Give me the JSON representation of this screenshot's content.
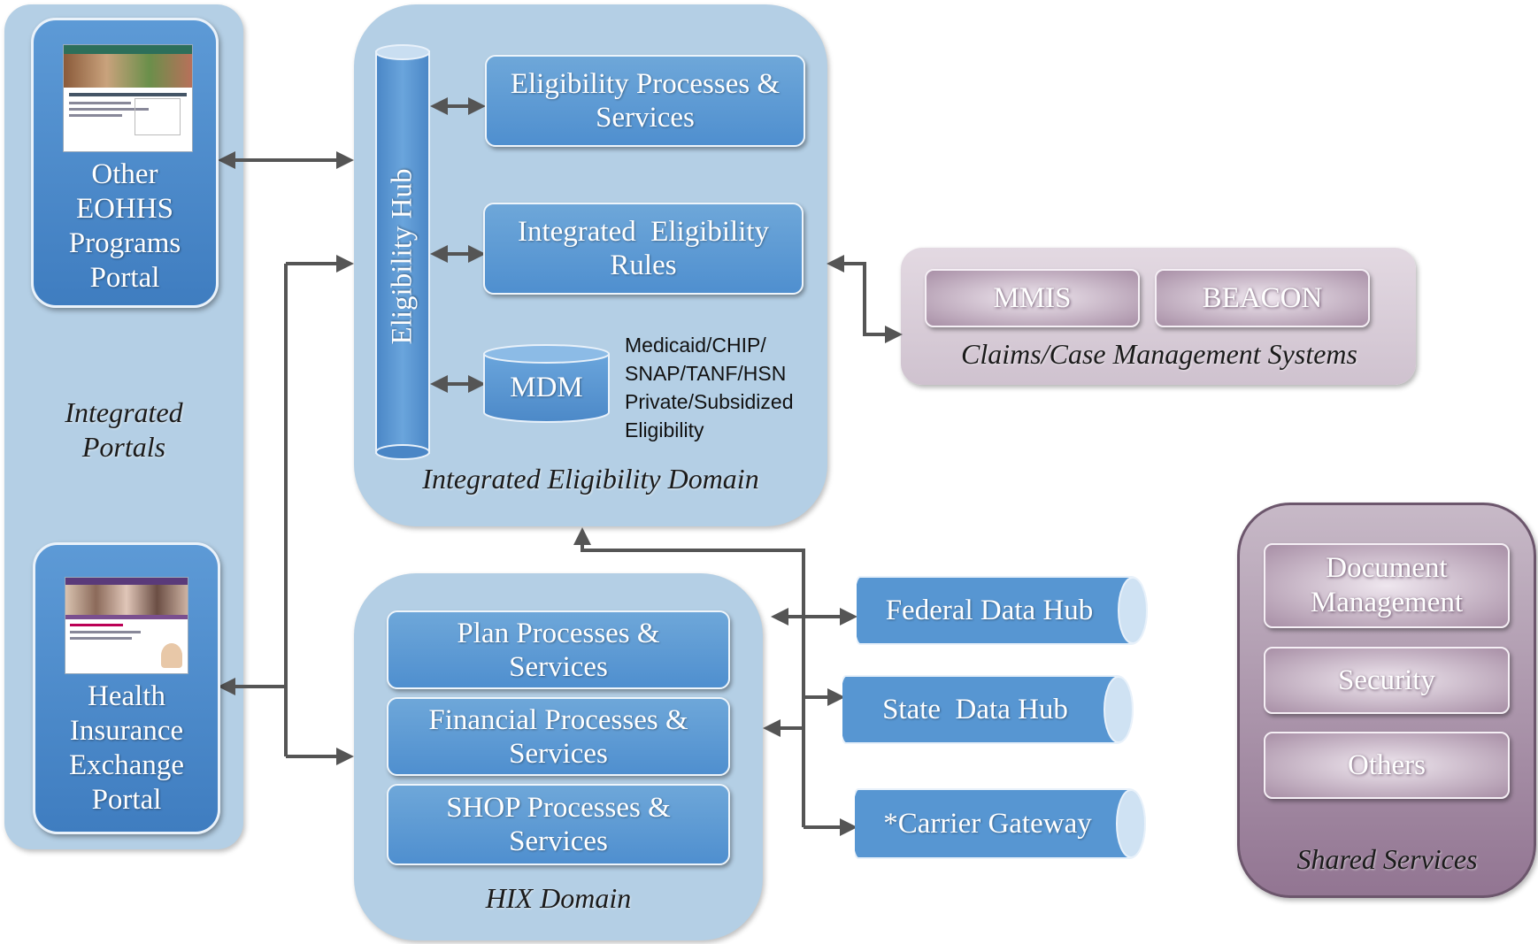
{
  "portals": {
    "other_lines": [
      "Other",
      "EOHHS",
      "Programs",
      "Portal"
    ],
    "hix_lines": [
      "Health",
      "Insurance",
      "Exchange",
      "Portal"
    ],
    "caption_lines": [
      "Integrated",
      "Portals"
    ]
  },
  "eligibility_domain": {
    "hub_label": "Eligibility Hub",
    "box1_lines": [
      "Eligibility Processes &",
      "Services"
    ],
    "box2_lines": [
      "Integrated  Eligibility",
      "Rules"
    ],
    "mdm_label": "MDM",
    "mdm_note_lines": [
      "Medicaid/CHIP/",
      "SNAP/TANF/HSN",
      "Private/Subsidized",
      "Eligibility"
    ],
    "caption": "Integrated Eligibility Domain"
  },
  "claims": {
    "mmis": "MMIS",
    "beacon": "BEACON",
    "caption": "Claims/Case Management Systems"
  },
  "hix_domain": {
    "plan_lines": [
      "Plan Processes &",
      "Services"
    ],
    "financial_lines": [
      "Financial Processes &",
      "Services"
    ],
    "shop_lines": [
      "SHOP Processes &",
      "Services"
    ],
    "caption": "HIX Domain"
  },
  "data_hubs": {
    "federal": "Federal Data Hub",
    "state": "State  Data Hub",
    "carrier": "*Carrier Gateway"
  },
  "shared_services": {
    "doc_lines": [
      "Document",
      "Management"
    ],
    "security": "Security",
    "others": "Others",
    "caption": "Shared Services"
  }
}
